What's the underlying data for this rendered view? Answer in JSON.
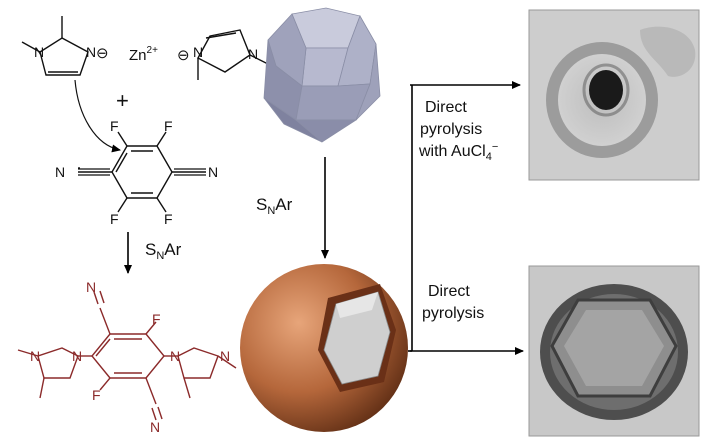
{
  "top_left": {
    "anion_left": "⊖",
    "cation": "Zn",
    "cation_charge": "2+",
    "anion_right": "⊖",
    "plus": "+",
    "F": "F",
    "N": "N"
  },
  "reaction_left": {
    "s": "S",
    "sub": "N",
    "ar": "Ar"
  },
  "reaction_mid": {
    "s": "S",
    "sub": "N",
    "ar": "Ar"
  },
  "route_top": {
    "line1": "Direct",
    "line2": "pyrolysis",
    "line3": "with AuCl",
    "sub": "4",
    "sup": "−"
  },
  "route_bottom": {
    "line1": "Direct",
    "line2": "pyrolysis"
  },
  "colors": {
    "molecule": "#111111",
    "product": "#8b2a2a",
    "shell": "#b5673b",
    "crystal": "#a9acc4"
  }
}
